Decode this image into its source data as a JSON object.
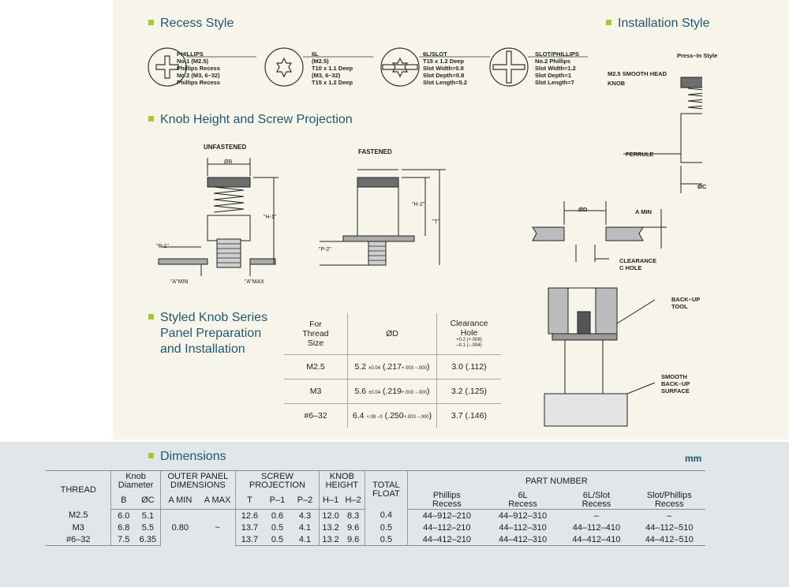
{
  "sections": {
    "recess_style": "Recess Style",
    "installation_style": "Installation Style",
    "knob_height": "Knob Height and Screw Projection",
    "styled_knob": [
      "Styled Knob Series",
      "Panel Preparation",
      "and Installation"
    ],
    "dimensions": "Dimensions",
    "units": "mm"
  },
  "recess": [
    {
      "name": "PHILLIPS",
      "lines": [
        "No.1 (M2.5)",
        "Phillips Recess",
        "No.2 (M3, 6–32)",
        "Phillips Recess"
      ]
    },
    {
      "name": "6L",
      "lines": [
        "(M2.5)",
        "T10 x 1.1 Deep",
        "(M3, 6–32)",
        "T15 x 1.2 Deep"
      ]
    },
    {
      "name": "6L/SLOT",
      "lines": [
        "T15 x 1.2 Deep",
        "Slot Width=0.8",
        "Slot Depth=0.8",
        "Slot Length=5.2"
      ]
    },
    {
      "name": "SLOT/PHILLIPS",
      "lines": [
        "No.2 Phillips",
        "Slot Width=1.2",
        "Slot Depth=1",
        "Slot Length=7"
      ]
    }
  ],
  "installation": {
    "style": "Press–In Style",
    "head_label": "M2.5 SMOOTH HEAD",
    "knob_label": "KNOB",
    "ferrule_label": "FERRULE",
    "dc_label": "ØC",
    "dd_label": "ØD",
    "amin_label": "A MIN",
    "clearance_label": "CLEARANCE",
    "hole_label": "C  HOLE",
    "backup_tool": [
      "BACK–UP",
      "TOOL"
    ],
    "smooth_surface": [
      "SMOOTH",
      "BACK–UP",
      "SURFACE"
    ]
  },
  "knob_diagram": {
    "unfastened": "UNFASTENED",
    "fastened": "FASTENED",
    "db": "ØB",
    "h1": "\"H-1\"",
    "h2": "\"H-2\"",
    "t": "\"T\"",
    "p1": "\"P-1\"",
    "p2": "\"P-2\"",
    "amin": "\"A\"MIN",
    "amax": "\"A\"MAX"
  },
  "prep_table": {
    "headers": {
      "thread": [
        "For",
        "Thread",
        "Size"
      ],
      "od": "ØD",
      "clearance": [
        "Clearance",
        "Hole"
      ],
      "clearance_tol": [
        "+0.2 (+.008)",
        "–0.1 (–.004)"
      ]
    },
    "rows": [
      {
        "thread": "M2.5",
        "d": "5.2",
        "d_tol": "±0.04",
        "d_in": "(.217",
        "d_in_tol": "+.003 −.000",
        "d_close": ")",
        "c": "3.0 (.112)"
      },
      {
        "thread": "M3",
        "d": "5.6",
        "d_tol": "±0.04",
        "d_in": "(.219",
        "d_in_tol": "+.003 −.000",
        "d_close": ")",
        "c": "3.2 (.125)"
      },
      {
        "thread": "#6–32",
        "d": "6.4",
        "d_tol": "+.08 −0",
        "d_in": "(.250",
        "d_in_tol": "+.003 −.000",
        "d_close": ")",
        "c": "3.7 (.146)"
      }
    ]
  },
  "dim_table": {
    "headers": {
      "thread": "THREAD",
      "knob_diameter": [
        "Knob",
        "Diameter"
      ],
      "outer_panel": [
        "OUTER PANEL",
        "DIMENSIONS"
      ],
      "screw_projection": [
        "SCREW",
        "PROJECTION"
      ],
      "knob_height": [
        "KNOB",
        "HEIGHT"
      ],
      "total_float": [
        "TOTAL",
        "FLOAT"
      ],
      "part_number": "PART NUMBER",
      "b": "B",
      "c": "ØC",
      "amin": "A MIN",
      "amax": "A MAX",
      "t": "T",
      "p1": "P–1",
      "p2": "P–2",
      "h1": "H–1",
      "h2": "H–2",
      "pn_cols": [
        [
          "Phillips",
          "Recess"
        ],
        [
          "6L",
          "Recess"
        ],
        [
          "6L/Slot",
          "Recess"
        ],
        [
          "Slot/Phillips",
          "Recess"
        ]
      ]
    },
    "amin_value": "0.80",
    "amax_value": "~",
    "rows": [
      {
        "thread": "M2.5",
        "b": "6.0",
        "c": "5.1",
        "t": "12.6",
        "p1": "0.6",
        "p2": "4.3",
        "h1": "12.0",
        "h2": "8.3",
        "float": "0.4",
        "pn": [
          "44–912–210",
          "44–912–310",
          "–",
          "–"
        ]
      },
      {
        "thread": "M3",
        "b": "6.8",
        "c": "5.5",
        "t": "13.7",
        "p1": "0.5",
        "p2": "4.1",
        "h1": "13.2",
        "h2": "9.6",
        "float": "0.5",
        "pn": [
          "44–112–210",
          "44–112–310",
          "44–112–410",
          "44–112–510"
        ]
      },
      {
        "thread": "#6–32",
        "b": "7.5",
        "c": "6.35",
        "t": "13.7",
        "p1": "0.5",
        "p2": "4.1",
        "h1": "13.2",
        "h2": "9.6",
        "float": "0.5",
        "pn": [
          "44–412–210",
          "44–412–310",
          "44–412–410",
          "44–412–510"
        ]
      }
    ]
  },
  "colors": {
    "title": "#1f5873",
    "bullet": "#a8c63c",
    "upper_bg": "#f7f5ea",
    "lower_bg": "#e1e6ea"
  }
}
